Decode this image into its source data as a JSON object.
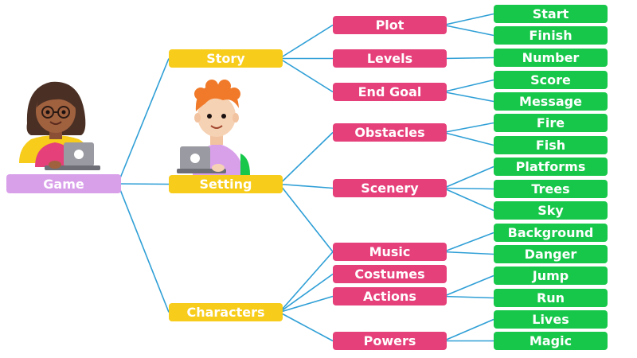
{
  "colors": {
    "root": "#d9a0ea",
    "level1": "#f7cc1a",
    "level2": "#e5407a",
    "level3": "#17c74a",
    "connector": "#2f9fd6"
  },
  "tree": {
    "label": "Game",
    "children": [
      {
        "label": "Story",
        "children": [
          {
            "label": "Plot",
            "children": [
              {
                "label": "Start"
              },
              {
                "label": "Finish"
              }
            ]
          },
          {
            "label": "Levels",
            "children": [
              {
                "label": "Number"
              }
            ]
          },
          {
            "label": "End Goal",
            "children": [
              {
                "label": "Score"
              },
              {
                "label": "Message"
              }
            ]
          }
        ]
      },
      {
        "label": "Setting",
        "children": [
          {
            "label": "Obstacles",
            "children": [
              {
                "label": "Fire"
              },
              {
                "label": "Fish"
              }
            ]
          },
          {
            "label": "Scenery",
            "children": [
              {
                "label": "Platforms"
              },
              {
                "label": "Trees"
              },
              {
                "label": "Sky"
              }
            ]
          },
          {
            "label": "Music",
            "children": [
              {
                "label": "Background"
              },
              {
                "label": "Danger"
              }
            ]
          }
        ]
      },
      {
        "label": "Characters",
        "children": [
          {
            "label": "Music"
          },
          {
            "label": "Costumes"
          },
          {
            "label": "Actions",
            "children": [
              {
                "label": "Jump"
              },
              {
                "label": "Run"
              }
            ]
          },
          {
            "label": "Powers",
            "children": [
              {
                "label": "Lives"
              },
              {
                "label": "Magic"
              }
            ]
          }
        ]
      }
    ]
  }
}
